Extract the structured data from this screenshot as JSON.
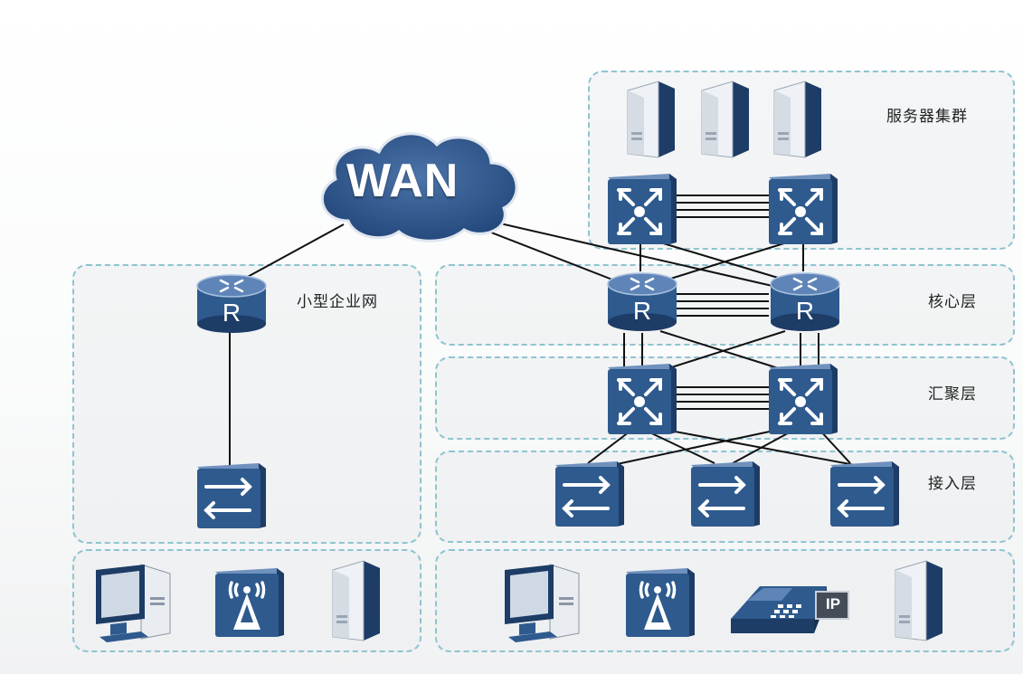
{
  "wan": {
    "label": "WAN"
  },
  "zones": {
    "server_cluster": "服务器集群",
    "small_enterprise": "小型企业网",
    "core_layer": "核心层",
    "aggregation_layer": "汇聚层",
    "access_layer": "接入层"
  },
  "devices": {
    "router_label": "R",
    "ip_phone_label": "IP"
  },
  "icons": {
    "server": "server-icon",
    "l3_switch": "l3-switch-icon",
    "router": "router-icon",
    "l2_switch": "switch-icon",
    "pc": "pc-icon",
    "wireless_ap": "wireless-ap-icon",
    "ip_phone": "ip-phone-icon",
    "wan_cloud": "wan-cloud-icon"
  },
  "colors": {
    "device_blue": "#2e5a8e",
    "device_dark": "#1d3c66",
    "cloud": "#2c5288",
    "zone_border": "#8fc3d2"
  }
}
